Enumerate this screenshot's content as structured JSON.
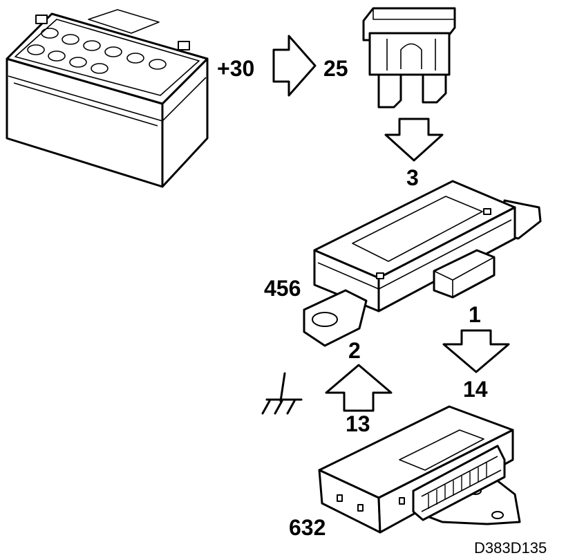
{
  "labels": {
    "battery_terminal": "+30",
    "fuse_number": "25",
    "relay_in_pin": "3",
    "relay_component": "456",
    "relay_out_pin": "1",
    "relay_ground_pin": "2",
    "module_in_pin": "14",
    "module_ground_pin": "13",
    "module_component": "632",
    "figure_code": "D383D135"
  },
  "icons": [
    "battery-icon",
    "fuse-icon",
    "relay-unit-icon",
    "control-module-icon",
    "ground-symbol-icon",
    "arrow-right-icon",
    "arrow-down-icon",
    "arrow-up-icon"
  ]
}
